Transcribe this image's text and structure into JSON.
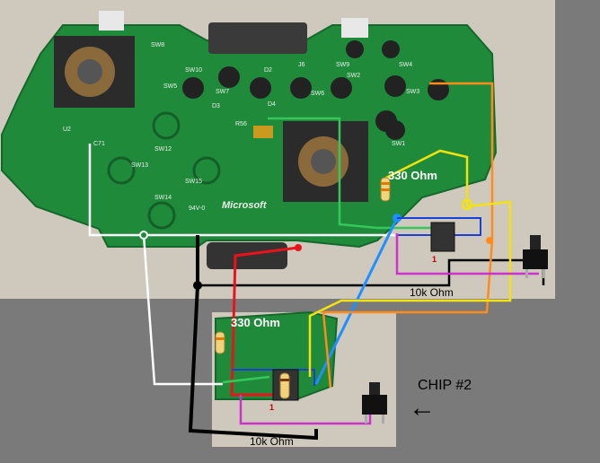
{
  "colors": {
    "background_gray": "#7a7a7a",
    "photo_backdrop": "#cfc8bd",
    "pcb_green": "#1f8a3a",
    "wire_white": "#ffffff",
    "wire_black": "#000000",
    "wire_red": "#e8141b",
    "wire_green": "#34c759",
    "wire_blue": "#1e90ff",
    "wire_orange": "#ff8c1a",
    "wire_yellow": "#f2e20f",
    "wire_magenta": "#cc33cc",
    "wire_navy": "#1c3fd6"
  },
  "labels": {
    "resistor_top": "330 Ohm",
    "resistor_bottom_top": "330 Ohm",
    "resistor_mid": "10k Ohm",
    "resistor_bottom": "10k Ohm",
    "chip2": "CHIP #2",
    "arrow": "←",
    "pin1_top": "1",
    "pin1_bottom": "1"
  },
  "pcb_markings": {
    "sw8": "SW8",
    "sw10": "SW10",
    "d2": "D2",
    "j6": "J6",
    "sw9": "SW9",
    "sw4": "SW4",
    "sw5": "SW5",
    "sw7": "SW7",
    "sw6": "SW6",
    "sw2": "SW2",
    "sw3": "SW3",
    "d3": "D3",
    "d4": "D4",
    "r56": "R56",
    "u2": "U2",
    "c71": "C71",
    "sw12": "SW12",
    "sw13": "SW13",
    "sw15": "SW15",
    "sw14": "SW14",
    "sw1": "SW1",
    "microsoft": "Microsoft",
    "v0": "94V-0"
  }
}
